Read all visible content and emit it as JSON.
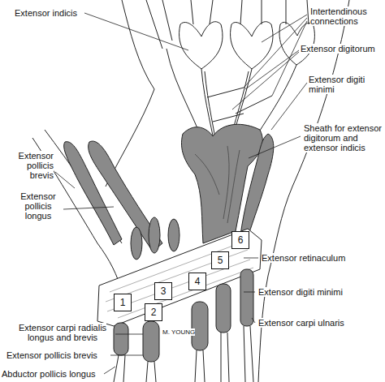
{
  "diagram": {
    "nodes": [
      {
        "text": [
          "6"
        ]
      },
      {
        "text": [
          "5"
        ]
      },
      {
        "text": [
          "4"
        ]
      },
      {
        "text": [
          "3"
        ]
      },
      {
        "text": [
          "1"
        ]
      },
      {
        "text": [
          "2"
        ]
      }
    ],
    "labels": [
      "Extensor indicis",
      "Intertendinous connections",
      "Extensor digitorum",
      "Extensor digiti minimi",
      "Sheath for extensor digitorum and extensor indicis",
      "Extensor pollicis brevis",
      "Extensor pollicis longus",
      "Extensor retinaculum",
      "Extensor digiti minimi",
      "Extensor carpi ulnaris",
      "Extensor carpi radialis longus and brevis",
      "Extensor pollicis brevis",
      "Abductor pollicis longus",
      "M. YOUNG"
    ]
  }
}
